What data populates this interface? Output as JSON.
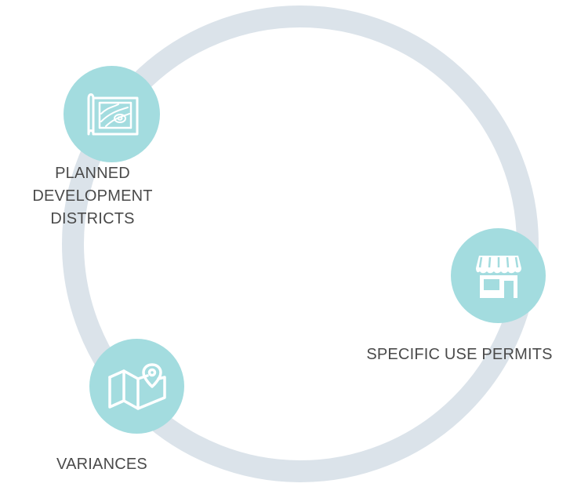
{
  "diagram": {
    "colors": {
      "ring": "#dbe3ea",
      "node": "#a3dcdf",
      "icon": "#ffffff",
      "text": "#4a4a4a"
    },
    "nodes": [
      {
        "icon": "blueprint-map-icon",
        "label_lines": [
          "PLANNED",
          "DEVELOPMENT",
          "DISTRICTS"
        ]
      },
      {
        "icon": "storefront-icon",
        "label_lines": [
          "SPECIFIC USE PERMITS"
        ]
      },
      {
        "icon": "folded-map-pin-icon",
        "label_lines": [
          "VARIANCES"
        ]
      }
    ]
  }
}
